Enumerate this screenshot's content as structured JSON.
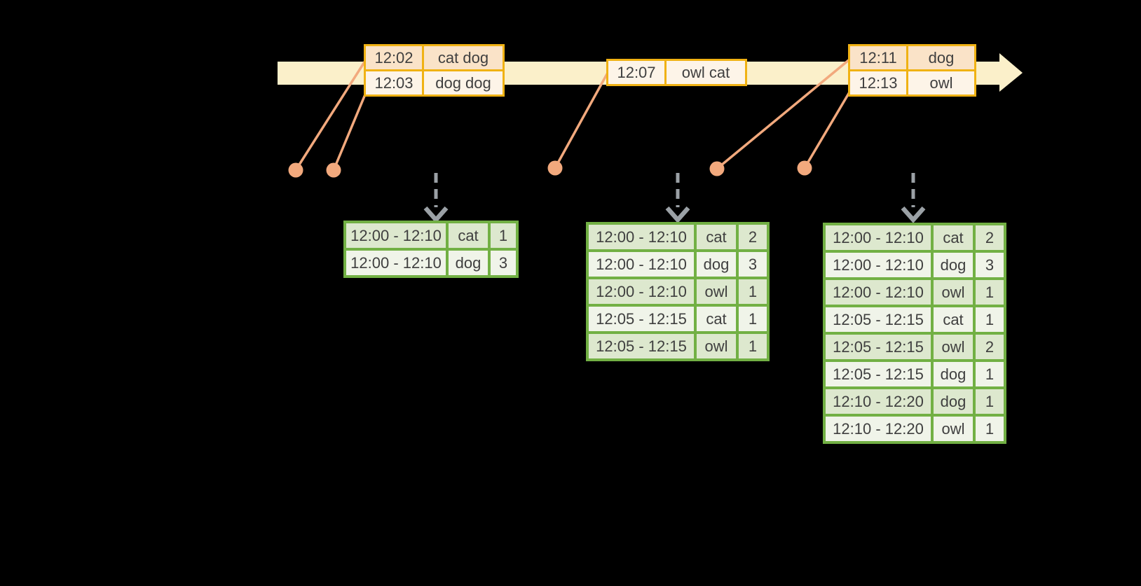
{
  "colors": {
    "bg": "#000000",
    "band": "#FBF0CA",
    "gold": "#F0B214",
    "peach-dark": "#FAE3C8",
    "peach-light": "#FDF4E8",
    "salmon": "#F2A97D",
    "green": "#72B044",
    "green-dark": "#DDE8CE",
    "green-light": "#F0F4E9",
    "arrow-gray": "#9BA1A6",
    "ink": "#3F3F3F"
  },
  "icons": {
    "timeline-arrow-icon": "cream rightward arrow band",
    "event-marker-dot-icon": "orange circle marker",
    "event-connector-line-icon": "orange diagonal line",
    "trigger-down-arrow-icon": "gray dashed downward arrow"
  },
  "events": [
    {
      "rows": [
        {
          "time": "12:02",
          "words": "cat dog"
        },
        {
          "time": "12:03",
          "words": "dog dog"
        }
      ]
    },
    {
      "rows": [
        {
          "time": "12:07",
          "words": "owl cat"
        }
      ]
    },
    {
      "rows": [
        {
          "time": "12:11",
          "words": "dog"
        },
        {
          "time": "12:13",
          "words": "owl"
        }
      ]
    }
  ],
  "results": [
    {
      "rows": [
        {
          "window": "12:00 - 12:10",
          "word": "cat",
          "count": "1"
        },
        {
          "window": "12:00 - 12:10",
          "word": "dog",
          "count": "3"
        }
      ]
    },
    {
      "rows": [
        {
          "window": "12:00 - 12:10",
          "word": "cat",
          "count": "2"
        },
        {
          "window": "12:00 - 12:10",
          "word": "dog",
          "count": "3"
        },
        {
          "window": "12:00 - 12:10",
          "word": "owl",
          "count": "1"
        },
        {
          "window": "12:05 - 12:15",
          "word": "cat",
          "count": "1"
        },
        {
          "window": "12:05 - 12:15",
          "word": "owl",
          "count": "1"
        }
      ]
    },
    {
      "rows": [
        {
          "window": "12:00 - 12:10",
          "word": "cat",
          "count": "2"
        },
        {
          "window": "12:00 - 12:10",
          "word": "dog",
          "count": "3"
        },
        {
          "window": "12:00 - 12:10",
          "word": "owl",
          "count": "1"
        },
        {
          "window": "12:05 - 12:15",
          "word": "cat",
          "count": "1"
        },
        {
          "window": "12:05 - 12:15",
          "word": "owl",
          "count": "2"
        },
        {
          "window": "12:05 - 12:15",
          "word": "dog",
          "count": "1"
        },
        {
          "window": "12:10 - 12:20",
          "word": "dog",
          "count": "1"
        },
        {
          "window": "12:10 - 12:20",
          "word": "owl",
          "count": "1"
        }
      ]
    }
  ]
}
